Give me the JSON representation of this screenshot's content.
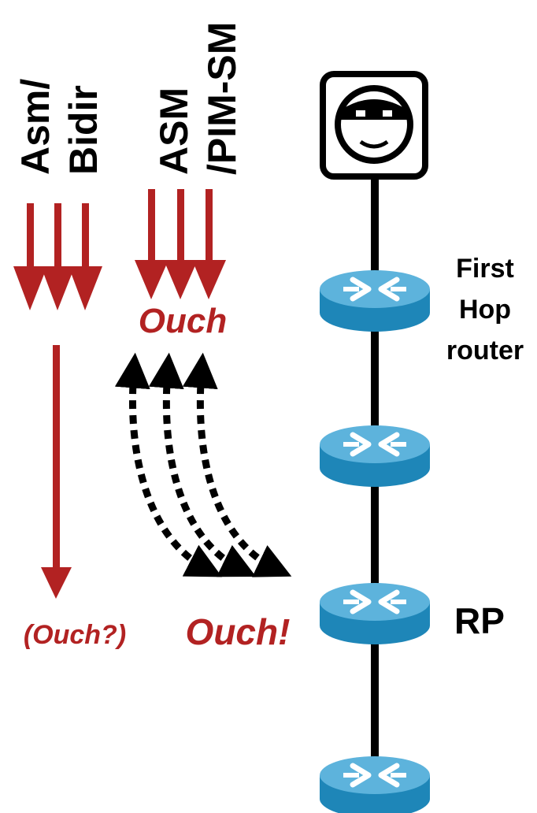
{
  "column_labels": {
    "asm_bidir": [
      "Asm/",
      "Bidir"
    ],
    "asm_pim_sm": [
      "ASM",
      "/PIM-SM"
    ]
  },
  "router_labels": {
    "first_hop": [
      "First",
      "Hop",
      "router"
    ],
    "rp": "RP"
  },
  "reactions": {
    "first_hop_ouch": "Ouch",
    "bidir_ouch": "(Ouch?)",
    "rp_ouch": "Ouch!"
  },
  "icons": {
    "source_host": "smiley-host-icon",
    "router": "router-icon"
  },
  "colors": {
    "arrow_red": "#b22222",
    "router_blue": "#1e86b8",
    "router_top": "#5db3dc",
    "text_black": "#000000"
  }
}
